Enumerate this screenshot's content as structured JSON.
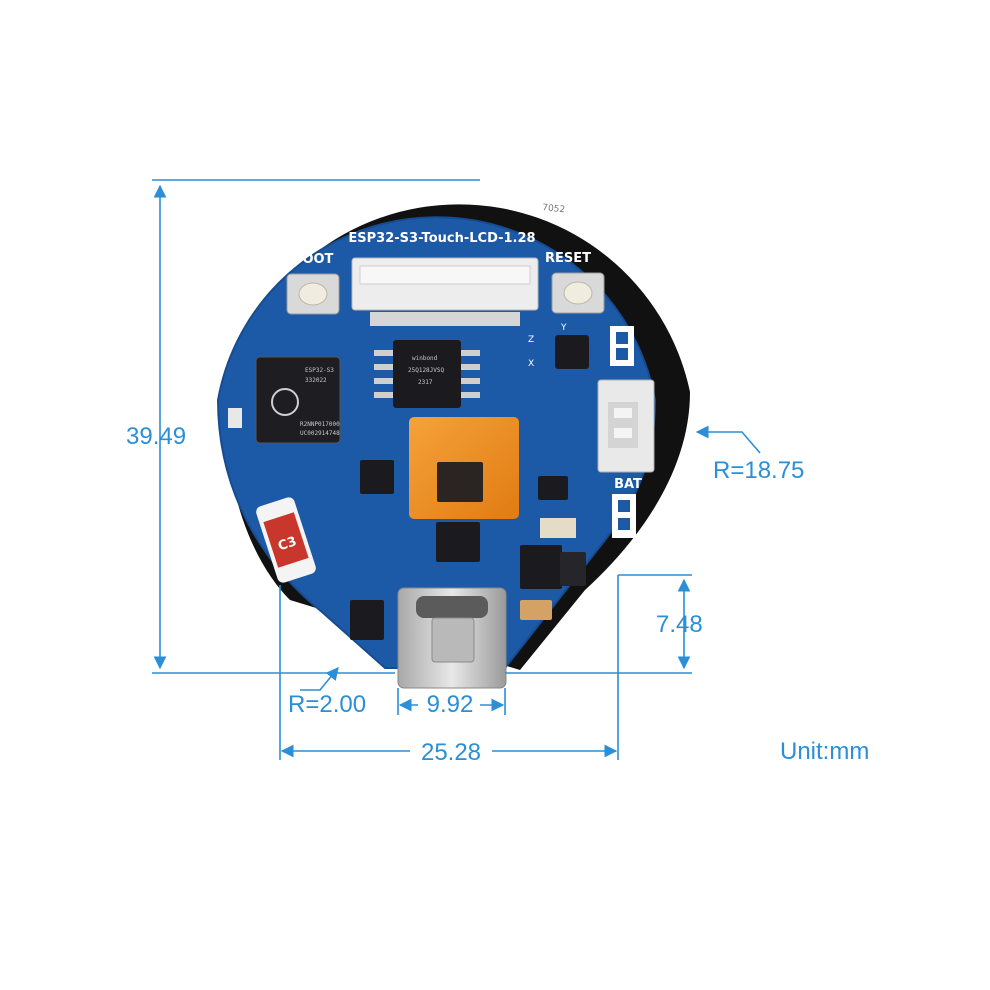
{
  "board": {
    "name": "ESP32-S3-Touch-LCD-1.28",
    "boot_label": "BOOT",
    "reset_label": "RESET",
    "bat_label": "BAT",
    "cap_label": "C3",
    "mcu_marking": [
      "ESP32-S3",
      "332022",
      "R2NNP017000",
      "UC002914748"
    ],
    "flash_marking": [
      "winbond",
      "25Q128JVSQ",
      "2317"
    ],
    "axis_labels": {
      "y": "Y",
      "z": "Z",
      "x": "X"
    },
    "rim_marking": "7052"
  },
  "dimensions": {
    "height": "39.49",
    "radius_outer": "R=18.75",
    "notch_height": "7.48",
    "corner_radius": "R=2.00",
    "usb_width": "9.92",
    "bottom_width": "25.28",
    "unit": "Unit:mm"
  },
  "colors": {
    "dimension": "#2a8fd6",
    "pcb": "#1c5aa8",
    "bezel": "#111111"
  }
}
